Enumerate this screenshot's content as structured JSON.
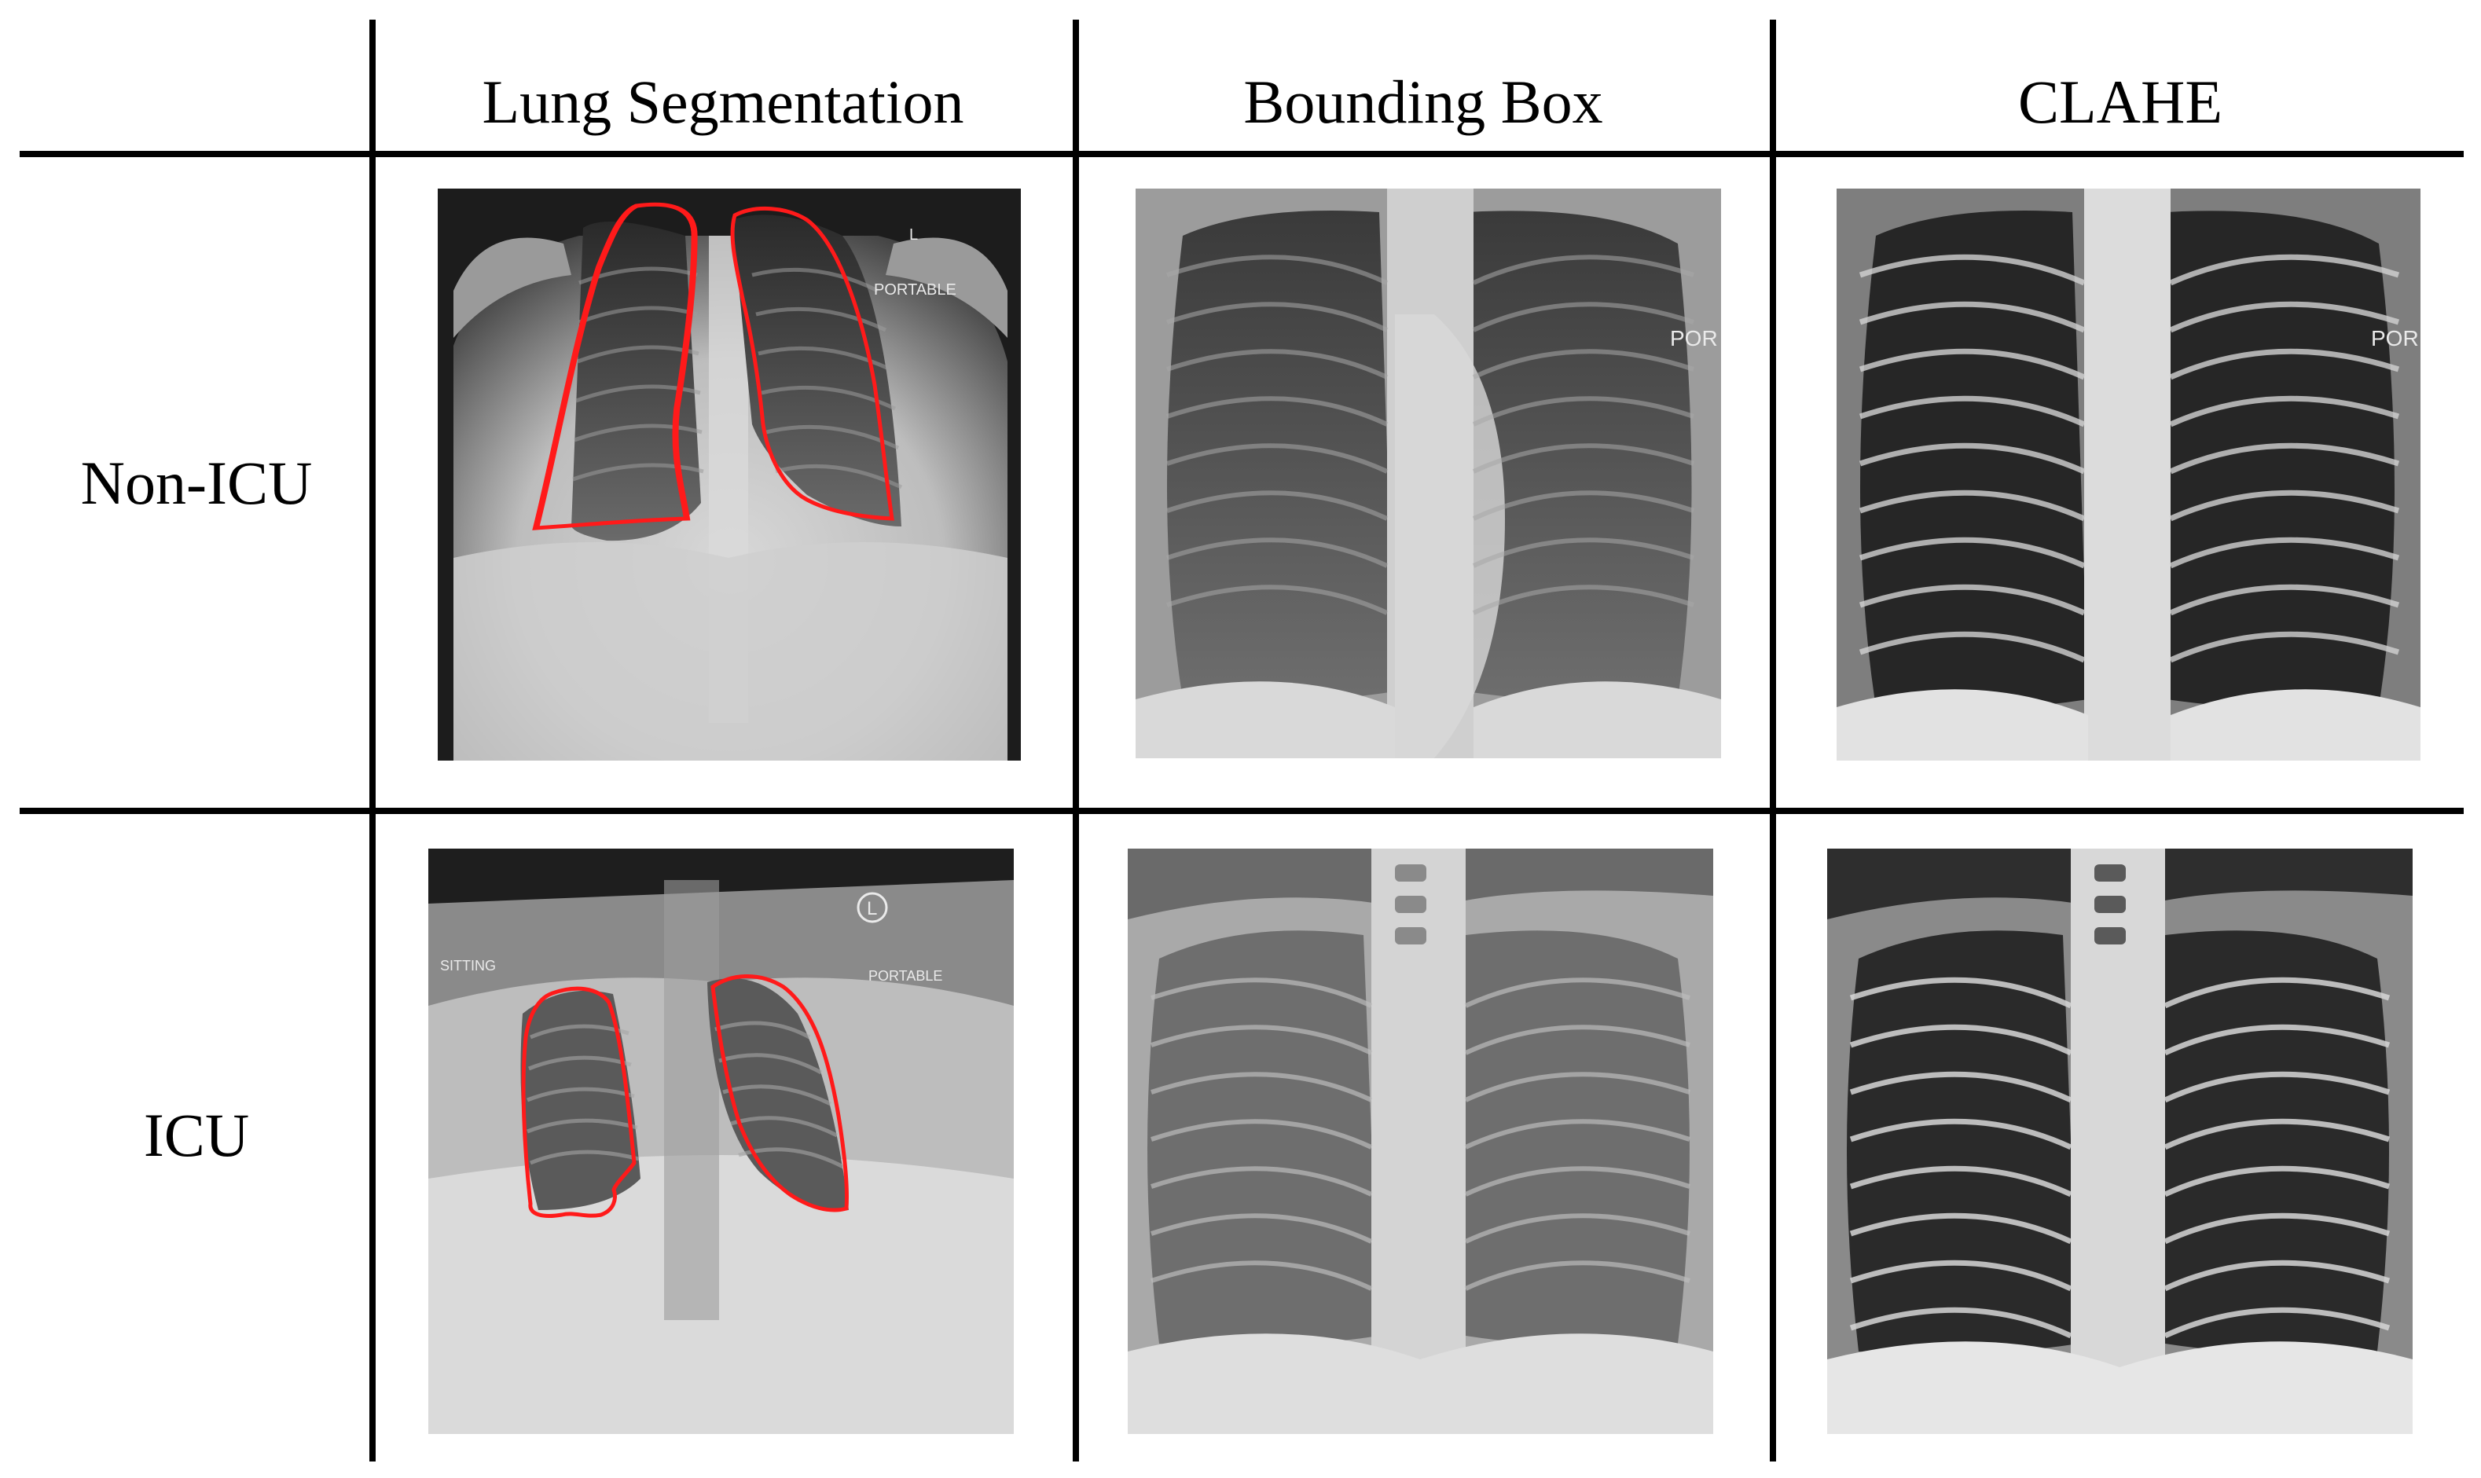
{
  "columns": [
    {
      "label": "Lung Segmentation"
    },
    {
      "label": "Bounding Box"
    },
    {
      "label": "CLAHE"
    }
  ],
  "rows": [
    {
      "label": "Non-ICU"
    },
    {
      "label": "ICU"
    }
  ],
  "image_text": {
    "nonicu_seg_marker": "L",
    "nonicu_seg_portable": "PORTABLE",
    "nonicu_bbox_portable": "POR",
    "nonicu_clahe_portable": "POR",
    "icu_seg_marker": "L",
    "icu_seg_sitting": "SITTING",
    "icu_seg_portable": "PORTABLE"
  },
  "colors": {
    "segmentation_outline": "#ff1a1a",
    "grid_lines": "#000000"
  }
}
